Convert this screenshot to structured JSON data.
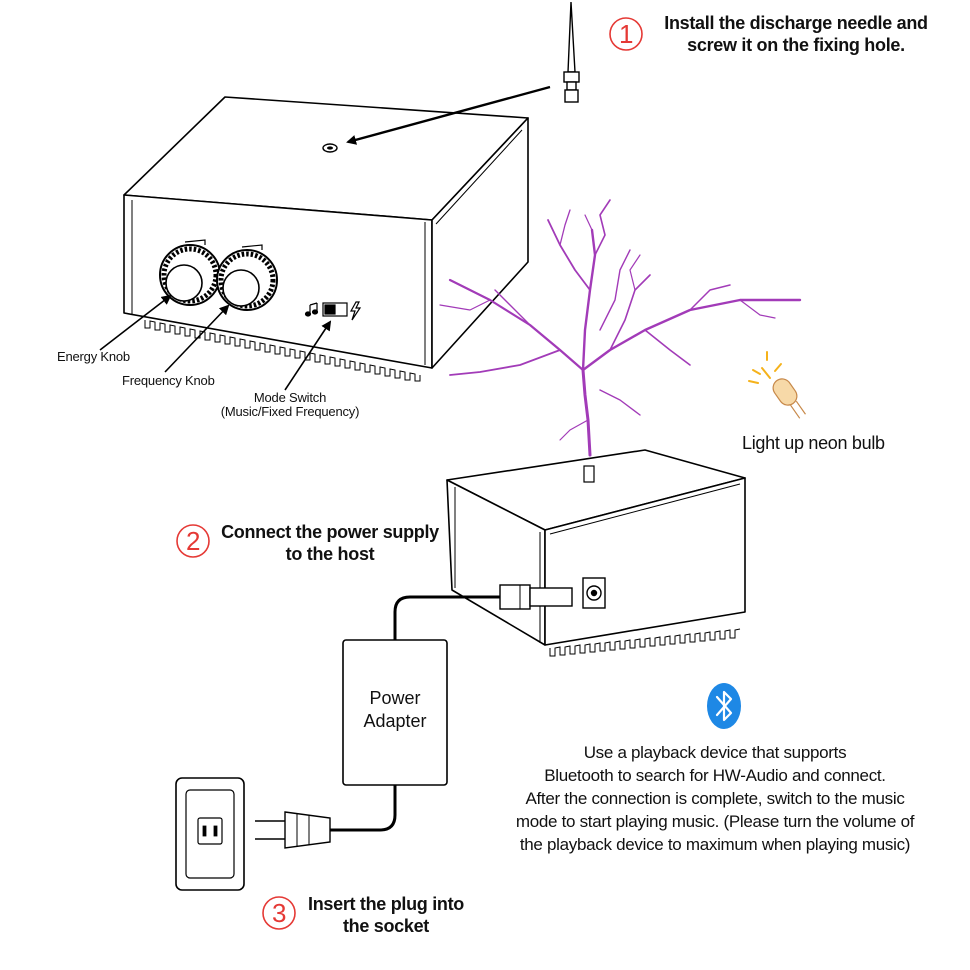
{
  "steps": [
    {
      "number": "1",
      "lines": [
        "Install the discharge needle and",
        "screw it on the fixing hole."
      ]
    },
    {
      "number": "2",
      "lines": [
        "Connect the power supply",
        "to the host"
      ]
    },
    {
      "number": "3",
      "lines": [
        "Insert the plug into",
        "the socket"
      ]
    }
  ],
  "labels": {
    "energy_knob": "Energy Knob",
    "frequency_knob": "Frequency Knob",
    "mode_switch": [
      "Mode Switch",
      "(Music/Fixed Frequency)"
    ],
    "neon_bulb": "Light up neon bulb",
    "power_adapter": [
      "Power",
      "Adapter"
    ]
  },
  "bluetooth_instructions": [
    "Use a playback device that supports",
    "Bluetooth to search for HW-Audio and connect.",
    "After the connection is complete, switch to the music",
    "mode to start playing music. (Please turn the volume of",
    "the playback device to maximum when playing music)"
  ],
  "colors": {
    "step_number": "#e53935",
    "arc": "#a23bb8",
    "bluetooth": "#1e88e5",
    "bulb_glow": "#f5b21b"
  },
  "icons": [
    "discharge-needle-icon",
    "bluetooth-icon",
    "neon-bulb-icon",
    "music-note-icon",
    "lightning-icon",
    "toggle-switch-icon"
  ]
}
